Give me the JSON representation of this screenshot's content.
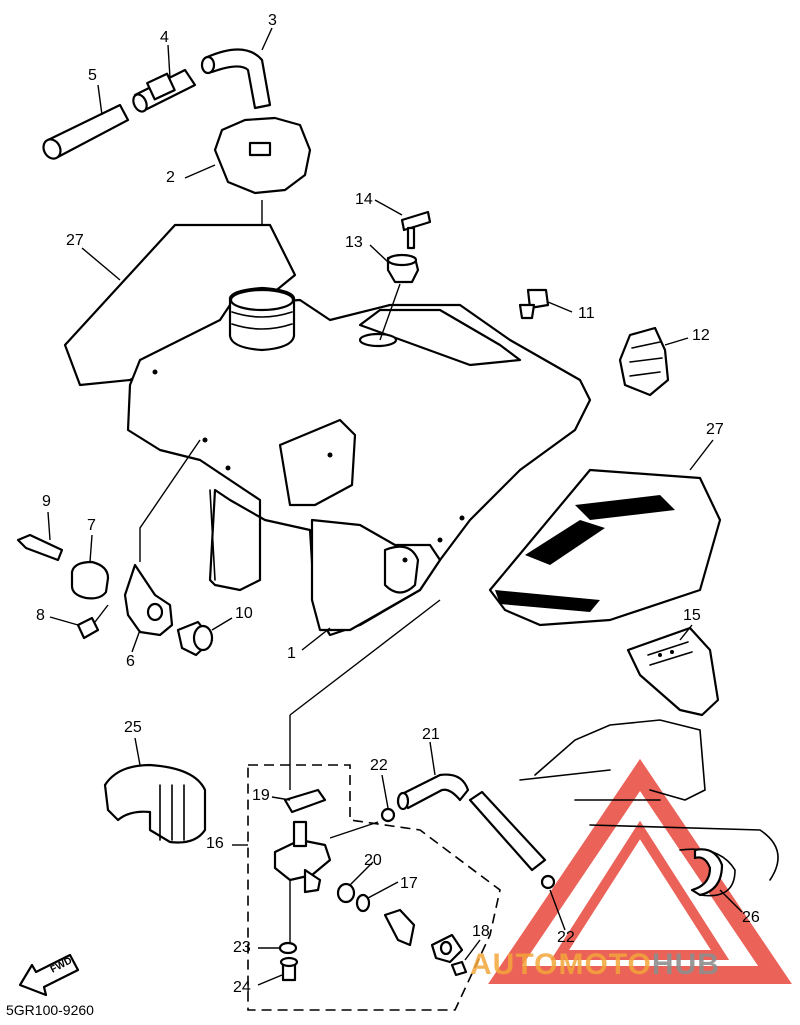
{
  "diagram": {
    "code": "5GR100-9260",
    "fwd_marker": "FWD",
    "callouts": {
      "c1": "1",
      "c2": "2",
      "c3": "3",
      "c4": "4",
      "c5": "5",
      "c6": "6",
      "c7": "7",
      "c8": "8",
      "c9": "9",
      "c10": "10",
      "c11": "11",
      "c12": "12",
      "c13": "13",
      "c14": "14",
      "c15": "15",
      "c16": "16",
      "c17": "17",
      "c18": "18",
      "c19": "19",
      "c20": "20",
      "c21": "21",
      "c22a": "22",
      "c22b": "22",
      "c23": "23",
      "c24": "24",
      "c25": "25",
      "c26": "26",
      "c27a": "27",
      "c27b": "27"
    }
  },
  "watermark": {
    "part1": "AUTOMOTO",
    "part2": "HUB",
    "color_primary": "#f4a63a",
    "color_secondary": "#8e8e8e",
    "triangle_color": "#e8473c"
  }
}
